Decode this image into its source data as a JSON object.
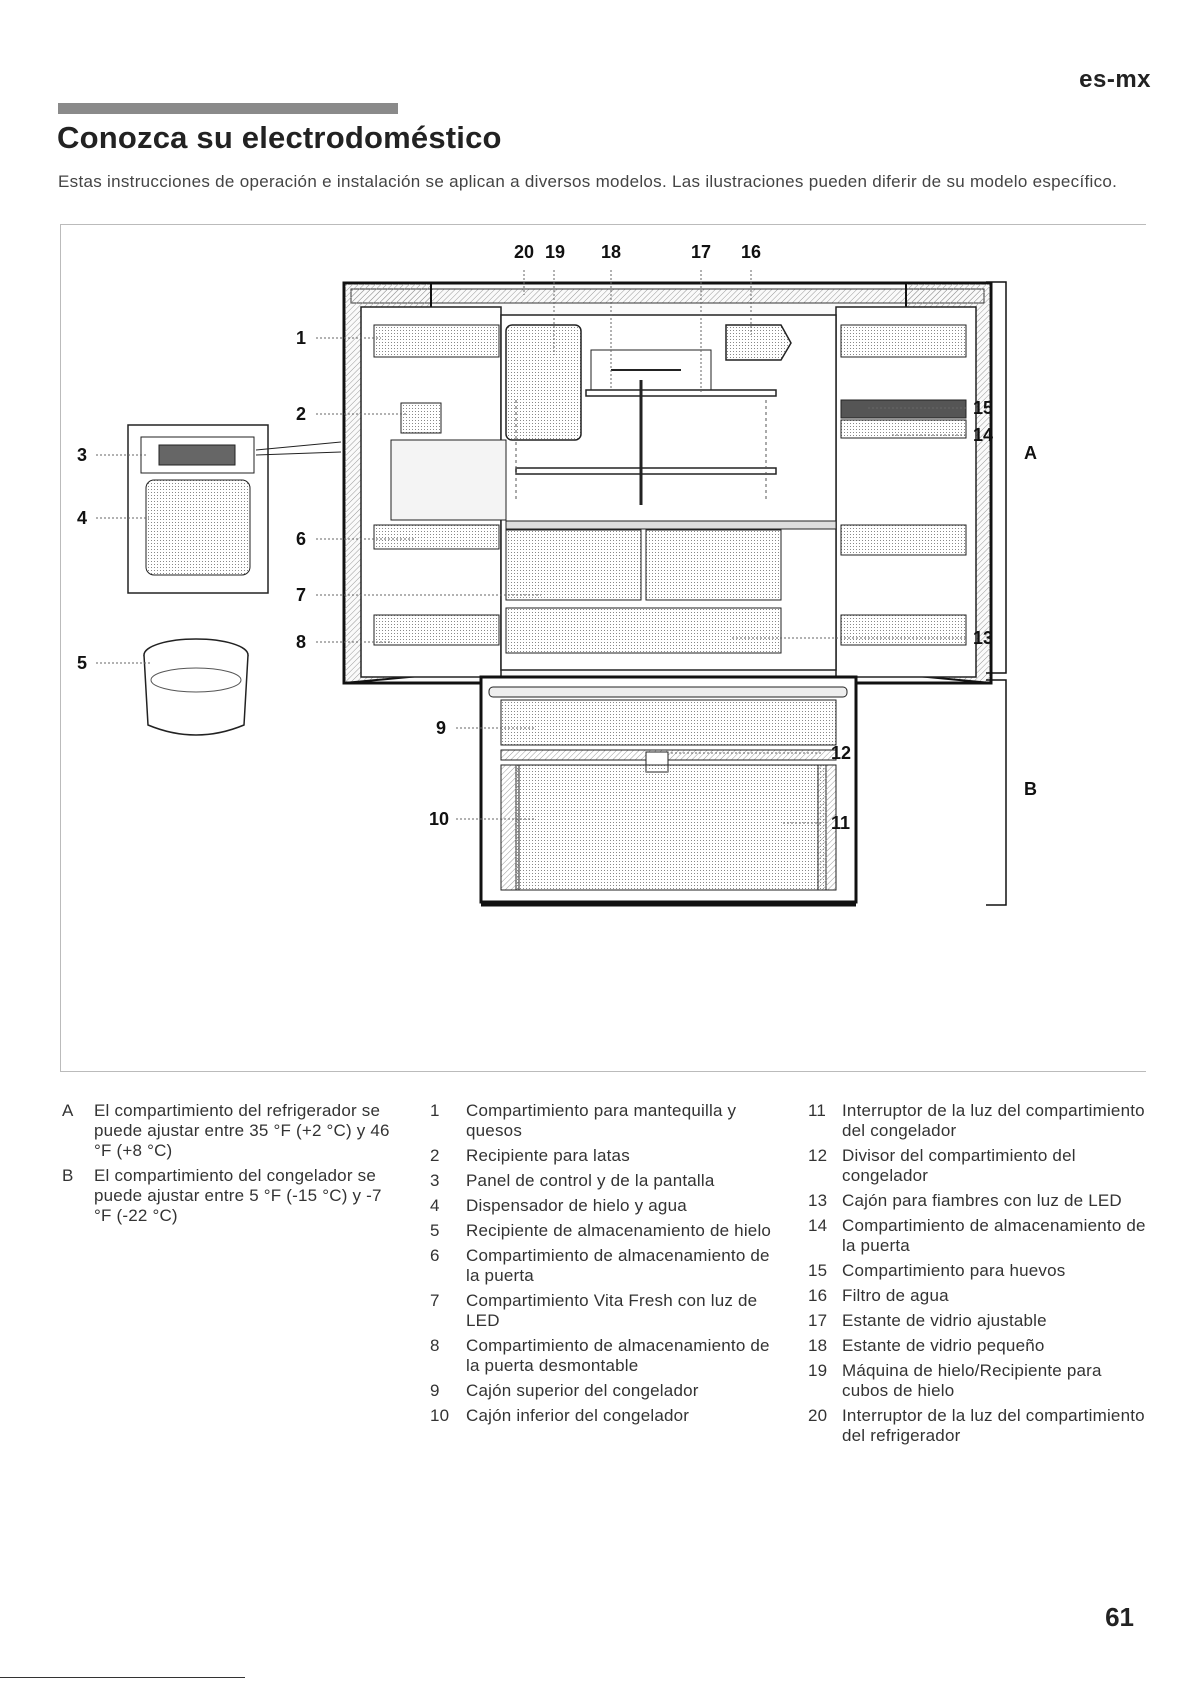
{
  "header": {
    "lang": "es-mx"
  },
  "page": {
    "title": "Conozca su electrodoméstico",
    "intro": "Estas instrucciones de operación e instalación se aplican a diversos modelos. Las ilustraciones pueden diferir de su modelo específico."
  },
  "figure": {
    "callouts": {
      "n1": "1",
      "n2": "2",
      "n3": "3",
      "n4": "4",
      "n5": "5",
      "n6": "6",
      "n7": "7",
      "n8": "8",
      "n9": "9",
      "n10": "10",
      "n11": "11",
      "n12": "12",
      "n13": "13",
      "n14": "14",
      "n15": "15",
      "n16": "16",
      "n17": "17",
      "n18": "18",
      "n19": "19",
      "n20": "20",
      "A": "A",
      "B": "B"
    }
  },
  "legend": {
    "zones": [
      {
        "key": "A",
        "text": "El compartimiento del refrigerador se puede ajustar entre 35 °F (+2 °C) y 46 °F (+8 °C)"
      },
      {
        "key": "B",
        "text": "El compartimiento del congelador se puede ajustar entre 5 °F (-15 °C) y -7 °F (-22 °C)"
      }
    ],
    "items": [
      {
        "key": "1",
        "text": "Compartimiento para mantequilla y quesos"
      },
      {
        "key": "2",
        "text": "Recipiente para latas"
      },
      {
        "key": "3",
        "text": "Panel de control y de la pantalla"
      },
      {
        "key": "4",
        "text": "Dispensador de hielo y agua"
      },
      {
        "key": "5",
        "text": "Recipiente de almacenamiento de hielo"
      },
      {
        "key": "6",
        "text": "Compartimiento de almacenamiento de la puerta"
      },
      {
        "key": "7",
        "text": "Compartimiento Vita Fresh con luz de LED"
      },
      {
        "key": "8",
        "text": "Compartimiento de almacenamiento de la puerta desmontable"
      },
      {
        "key": "9",
        "text": "Cajón superior del congelador"
      },
      {
        "key": "10",
        "text": "Cajón inferior del congelador"
      },
      {
        "key": "11",
        "text": "Interruptor de la luz del compartimiento del congelador"
      },
      {
        "key": "12",
        "text": "Divisor del compartimiento del congelador"
      },
      {
        "key": "13",
        "text": "Cajón para fiambres con luz de LED"
      },
      {
        "key": "14",
        "text": "Compartimiento de almacenamiento de la puerta"
      },
      {
        "key": "15",
        "text": "Compartimiento para huevos"
      },
      {
        "key": "16",
        "text": "Filtro de agua"
      },
      {
        "key": "17",
        "text": "Estante de vidrio ajustable"
      },
      {
        "key": "18",
        "text": "Estante de vidrio pequeño"
      },
      {
        "key": "19",
        "text": "Máquina de hielo/Recipiente para cubos de hielo"
      },
      {
        "key": "20",
        "text": "Interruptor de la luz del compartimiento del refrigerador"
      }
    ]
  },
  "footer": {
    "page_number": "61"
  }
}
